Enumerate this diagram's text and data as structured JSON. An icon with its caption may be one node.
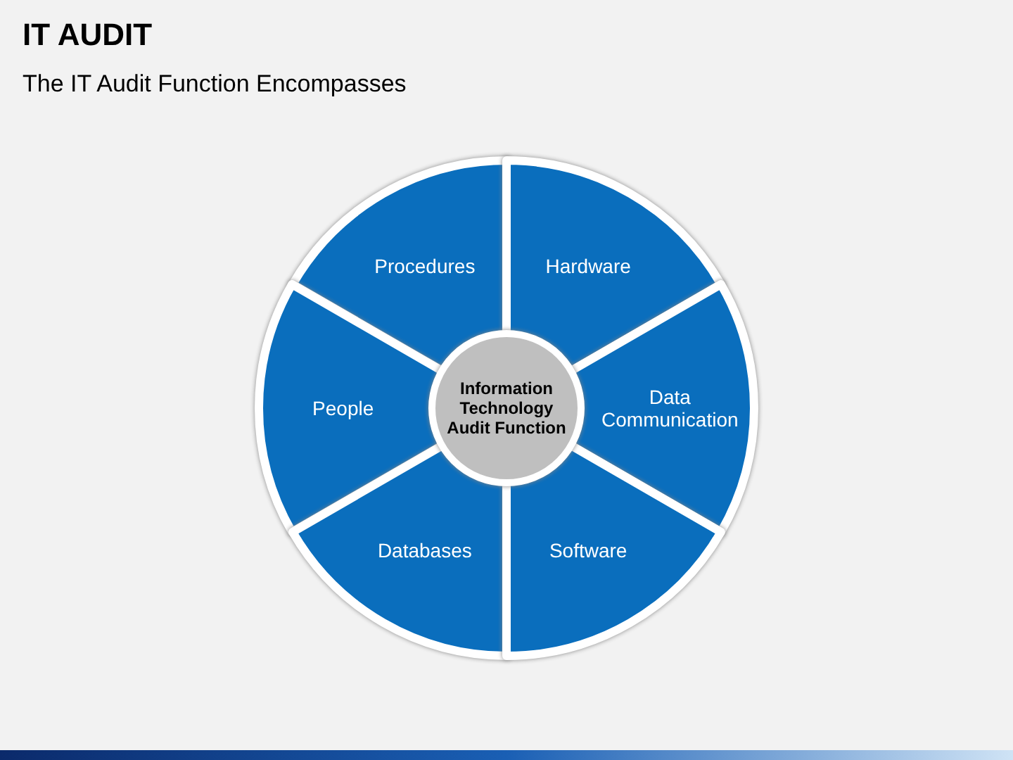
{
  "diagram": {
    "title": "IT AUDIT",
    "nodes": [
      {
        "text": [
          "Procedures"
        ]
      },
      {
        "text": [
          "Hardware"
        ]
      },
      {
        "text": [
          "People"
        ]
      },
      {
        "text": [
          "Information Technology Audit Function"
        ]
      },
      {
        "text": [
          "Data Communication"
        ]
      },
      {
        "text": [
          "Databases"
        ]
      },
      {
        "text": [
          "Software"
        ]
      }
    ],
    "labels": [
      "The IT Audit Function Encompasses"
    ]
  }
}
